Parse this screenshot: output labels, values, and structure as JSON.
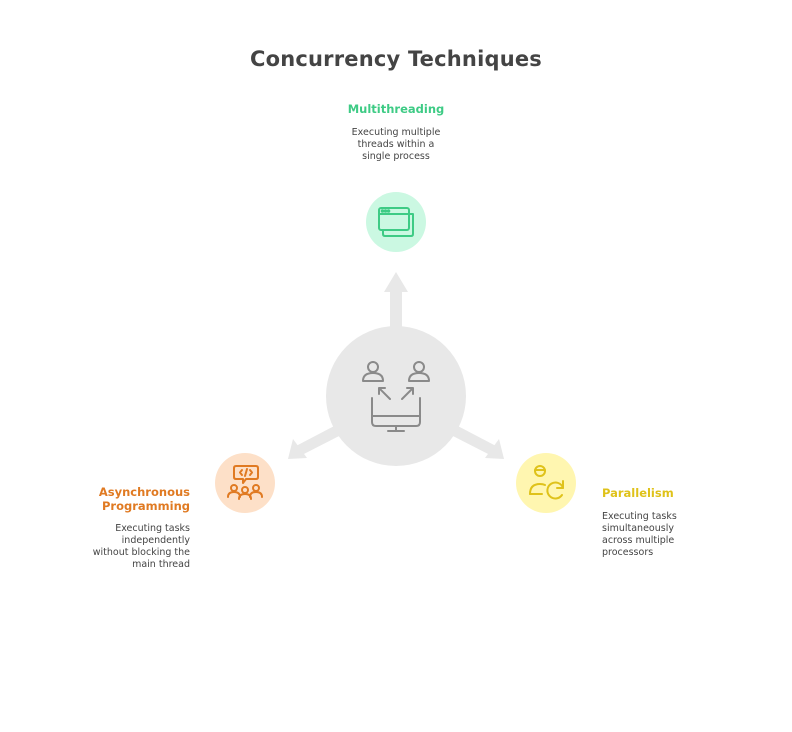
{
  "title": "Concurrency Techniques",
  "center": {
    "icon": "users-computer-share-icon",
    "color": "#e8e8e8",
    "icon_color": "#8a8a8a"
  },
  "nodes": [
    {
      "id": "multithreading",
      "title": "Multithreading",
      "description_lines": [
        "Executing multiple",
        "threads within a",
        "single process"
      ],
      "icon": "browser-windows-icon",
      "color": "#3ecb85",
      "bg": "#cbf8e2"
    },
    {
      "id": "async",
      "title_lines": [
        "Asynchronous",
        "Programming"
      ],
      "description_lines": [
        "Executing tasks",
        "independently",
        "without blocking the",
        "main thread"
      ],
      "icon": "team-code-chat-icon",
      "color": "#e07a22",
      "bg": "#fde0c8"
    },
    {
      "id": "parallelism",
      "title": "Parallelism",
      "description_lines": [
        "Executing tasks",
        "simultaneously",
        "across multiple",
        "processors"
      ],
      "icon": "user-refresh-icon",
      "color": "#dfc21a",
      "bg": "#fff6b0"
    }
  ]
}
